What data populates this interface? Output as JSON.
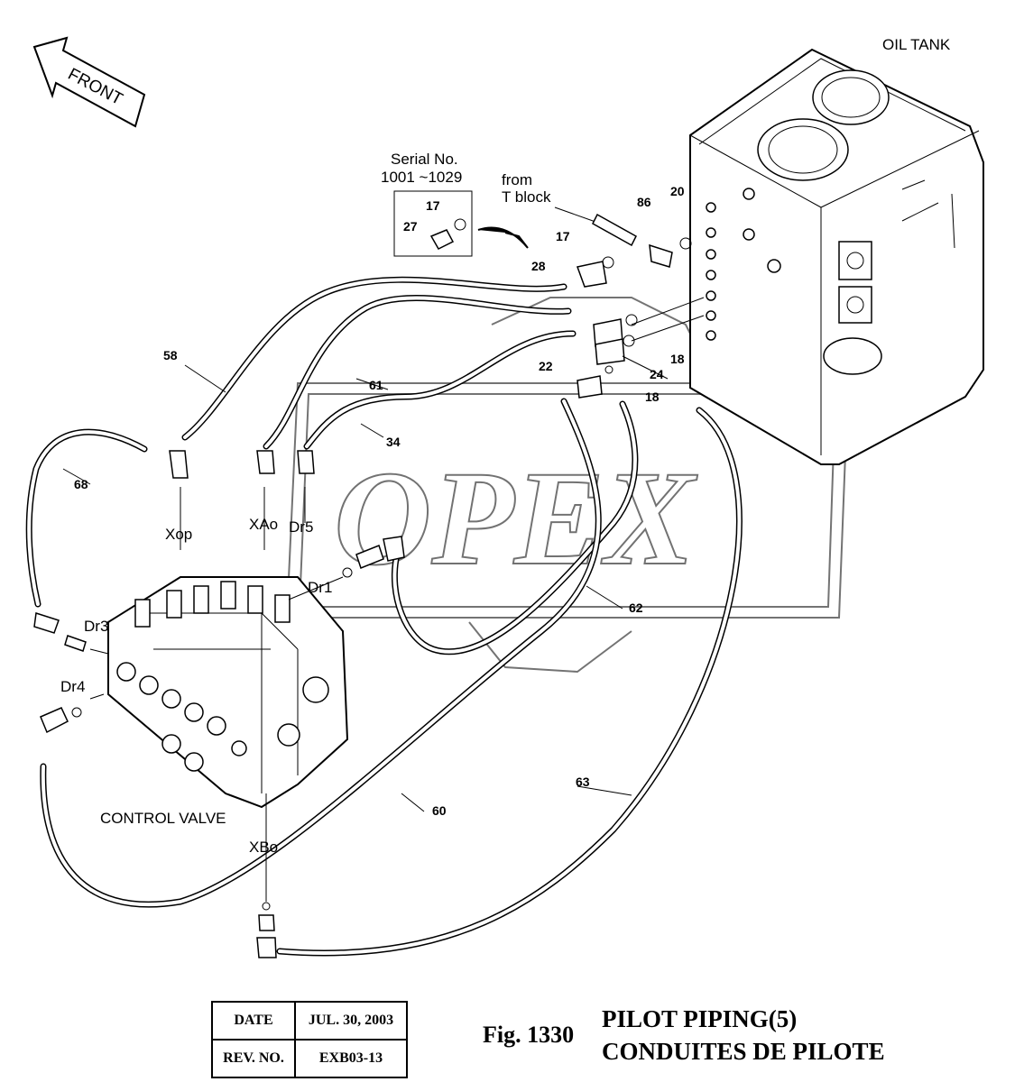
{
  "diagram": {
    "front_label": "FRONT",
    "oil_tank_label": "OIL TANK",
    "serial_label": "Serial No.",
    "serial_range": "1001 ~1029",
    "from_label": "from",
    "t_block_label": "T block",
    "control_valve_label": "CONTROL VALVE",
    "watermark": "OPEX",
    "ports": {
      "xop": "Xop",
      "xao": "XAo",
      "dr5": "Dr5",
      "dr1": "Dr1",
      "dr3": "Dr3",
      "dr4": "Dr4",
      "xbo": "XBo"
    },
    "parts": {
      "p17_inset": "17",
      "p27": "27",
      "p86": "86",
      "p20": "20",
      "p17": "17",
      "p28": "28",
      "p18a": "18",
      "p22": "22",
      "p24": "24",
      "p18b": "18",
      "p58": "58",
      "p61": "61",
      "p34": "34",
      "p68": "68",
      "p62": "62",
      "p60": "60",
      "p63": "63"
    }
  },
  "info": {
    "date_label": "DATE",
    "date_value": "JUL. 30, 2003",
    "rev_label": "REV. NO.",
    "rev_value": "EXB03-13"
  },
  "figure": {
    "number": "Fig. 1330",
    "title_en": "PILOT PIPING(5)",
    "title_fr": "CONDUITES DE PILOTE"
  }
}
